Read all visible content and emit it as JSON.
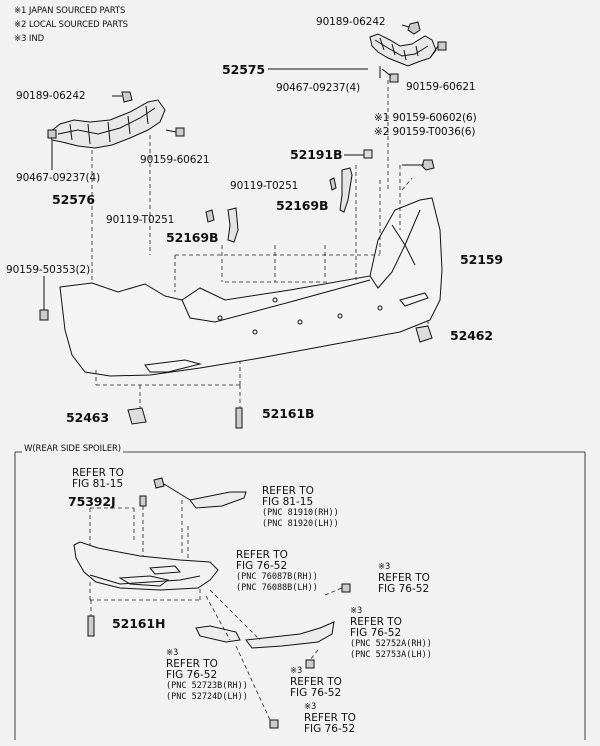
{
  "legend": {
    "note1": "※1 JAPAN SOURCED PARTS",
    "note2": "※2 LOCAL SOURCED PARTS",
    "note3": "※3 IND"
  },
  "parts": {
    "p_90189_right": "90189-06242",
    "p_52575": "52575",
    "p_90467_right": "90467-09237(4)",
    "p_90159_right": "90159-60621",
    "p_90189_left": "90189-06242",
    "p_90159_left": "90159-60621",
    "p_90467_left": "90467-09237(4)",
    "p_52576": "52576",
    "p_90159_60602": "※1 90159-60602(6)",
    "p_90159_T0036": "※2 90159-T0036(6)",
    "p_52191B": "52191B",
    "p_90119_right": "90119-T0251",
    "p_52169B_right": "52169B",
    "p_90119_left": "90119-T0251",
    "p_52169B_left": "52169B",
    "p_52159": "52159",
    "p_90159_50353": "90159-50353(2)",
    "p_52462": "52462",
    "p_52463": "52463",
    "p_52161B": "52161B",
    "p_75392J": "75392J",
    "p_52161H": "52161H"
  },
  "section_title": "W(REAR SIDE SPOILER)",
  "refs": {
    "r1": {
      "l1": "REFER TO",
      "l2": "FIG 81-15"
    },
    "r2": {
      "l1": "REFER TO",
      "l2": "FIG 81-15",
      "p1": "(PNC 81910(RH))",
      "p2": "(PNC 81920(LH))"
    },
    "r3": {
      "l1": "REFER TO",
      "l2": "FIG 76-52",
      "p1": "(PNC 76087B(RH))",
      "p2": "(PNC 76088B(LH))"
    },
    "r4": {
      "mark": "※3",
      "l1": "REFER TO",
      "l2": "FIG 76-52"
    },
    "r5": {
      "mark": "※3",
      "l1": "REFER TO",
      "l2": "FIG 76-52",
      "p1": "(PNC 52752A(RH))",
      "p2": "(PNC 52753A(LH))"
    },
    "r6": {
      "mark": "※3",
      "l1": "REFER TO",
      "l2": "FIG 76-52",
      "p1": "(PNC 52723B(RH))",
      "p2": "(PNC 52724D(LH))"
    },
    "r7": {
      "mark": "※3",
      "l1": "REFER TO",
      "l2": "FIG 76-52"
    },
    "r8": {
      "mark": "※3",
      "l1": "REFER TO",
      "l2": "FIG 76-52"
    }
  }
}
